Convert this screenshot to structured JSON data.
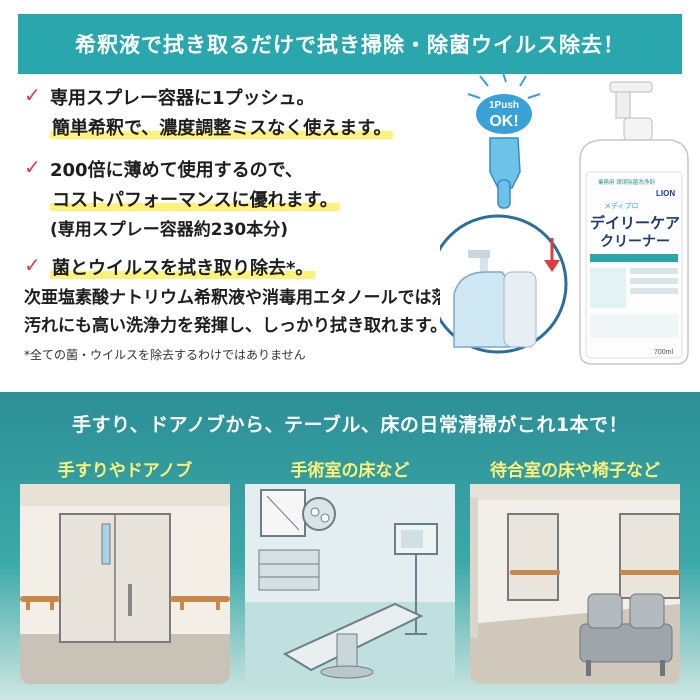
{
  "banner": {
    "text": "希釈液で拭き取るだけで拭き掃除・除菌ウイルス除去！"
  },
  "features": [
    {
      "line1": "専用スプレー容器に1プッシュ。",
      "line2": "簡単希釈で、濃度調整ミスなく使えます。"
    },
    {
      "line1": "200倍に薄めて使用するので、",
      "line2": "コストパフォーマンスに優れます。",
      "line3": "(専用スプレー容器約230本分)"
    },
    {
      "line1": "菌とウイルスを拭き取り除去*。",
      "line2": "次亜塩素酸ナトリウム希釈液や消毒用エタノールでは落としにくい",
      "line3": "汚れにも高い洗浄力を発揮し、しっかり拭き取れます。",
      "note": "*全ての菌・ウイルスを除去するわけではありません"
    }
  ],
  "product": {
    "push_badge_top": "1Push",
    "push_badge_bottom": "OK!",
    "brand": "LION",
    "label_small": "業務用 環境除菌洗浄剤",
    "sub_brand": "メディプロ",
    "name_line1": "デイリーケア",
    "name_line2": "クリーナー",
    "volume": "700ml"
  },
  "usage": {
    "heading": "手すり、ドアノブから、テーブル、床の日常清掃がこれ1本で！",
    "cards": [
      {
        "title": "手すりやドアノブ"
      },
      {
        "title": "手術室の床など"
      },
      {
        "title": "待合室の床や椅子など"
      }
    ]
  },
  "colors": {
    "accent": "#2aa7ad",
    "check": "#e23b3b",
    "highlight": "#fff27a",
    "title_yellow": "#fff27a"
  }
}
